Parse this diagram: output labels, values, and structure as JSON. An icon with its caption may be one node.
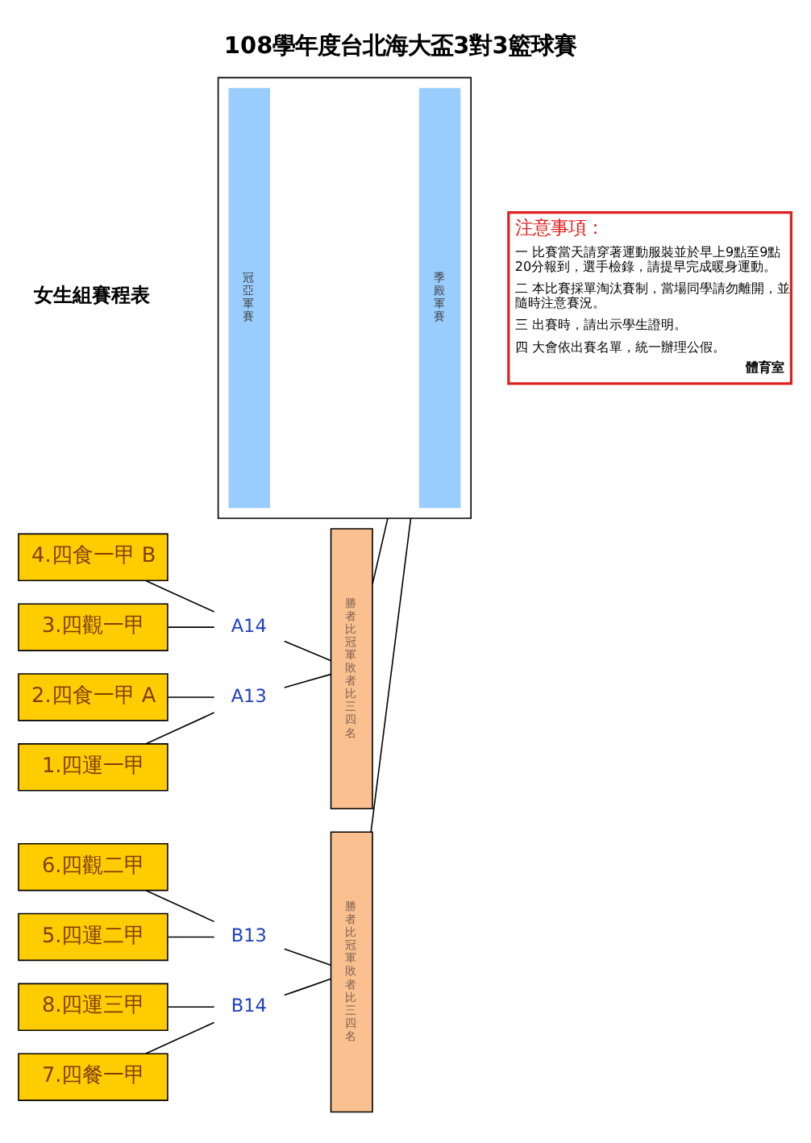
{
  "diagram": {
    "title": "108學年度台北海大盃3對3籃球賽",
    "nodes": [
      {
        "text": [
          "1.四運一甲"
        ]
      },
      {
        "text": [
          "A13"
        ]
      },
      {
        "text": [
          "2.四食一甲 A"
        ]
      },
      {
        "text": [
          "勝者比冠軍敗者比三四名"
        ]
      },
      {
        "text": [
          "3.四觀一甲"
        ]
      },
      {
        "text": [
          "A14"
        ]
      },
      {
        "text": [
          "4.四食一甲 B"
        ]
      },
      {
        "text": [],
        "shape": "box"
      },
      {
        "text": [
          "季殿軍賽"
        ],
        "in": 7
      },
      {
        "text": [
          "冠亞軍賽"
        ],
        "in": 7
      },
      {
        "text": [
          "5.四運二甲"
        ]
      },
      {
        "text": [
          "B13"
        ]
      },
      {
        "text": [
          "6.四觀二甲"
        ]
      },
      {
        "text": [
          "勝者比冠軍敗者比三四名"
        ]
      },
      {
        "text": [
          "7.四餐一甲"
        ]
      },
      {
        "text": [
          "B14"
        ]
      },
      {
        "text": [
          "8.四運三甲"
        ]
      },
      {
        "text": [
          "注意事項：",
          "一 比賽當天請穿著運動服裝並於早上9點至9點20分報到，選手檢錄，請提早完成暖身運動。",
          "二 本比賽採單淘汰賽制，當場同學請勿離開，並隨時注意賽況。",
          "三 出賽時，請出示學生證明。",
          "四 大會依出賽名單，統一辦理公假。",
          "體育室"
        ]
      }
    ],
    "edges": [
      {
        "from": 0,
        "to": 1,
        "arrow": "none"
      },
      {
        "from": 2,
        "to": 1,
        "arrow": "none"
      },
      {
        "from": 1,
        "to": 3,
        "arrow": "none"
      },
      {
        "from": 4,
        "to": 5,
        "arrow": "none"
      },
      {
        "from": 6,
        "to": 5,
        "arrow": "none"
      },
      {
        "from": 5,
        "to": 3,
        "arrow": "none"
      },
      {
        "from": 3,
        "to": 7,
        "arrow": "none"
      },
      {
        "from": 10,
        "to": 11,
        "arrow": "none"
      },
      {
        "from": 12,
        "to": 11,
        "arrow": "none"
      },
      {
        "from": 11,
        "to": 13,
        "arrow": "none"
      },
      {
        "from": 14,
        "to": 15,
        "arrow": "none"
      },
      {
        "from": 16,
        "to": 15,
        "arrow": "none"
      },
      {
        "from": 15,
        "to": 13,
        "arrow": "none"
      },
      {
        "from": 13,
        "to": 7,
        "arrow": "none"
      }
    ],
    "labels": [
      "女生組賽程表"
    ]
  }
}
